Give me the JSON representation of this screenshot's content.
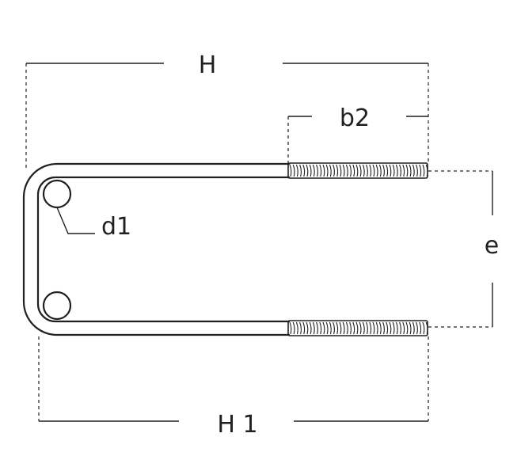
{
  "drawing": {
    "subject": "u-bolt",
    "labels": {
      "H": "H",
      "b2": "b2",
      "d1": "d1",
      "e": "e",
      "H1": "H 1"
    },
    "colors": {
      "line": "#231f20",
      "background": "#ffffff"
    }
  }
}
